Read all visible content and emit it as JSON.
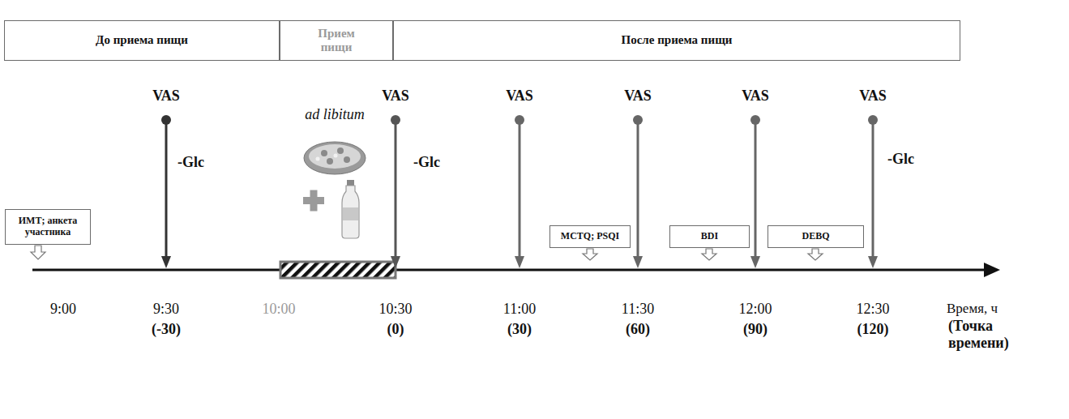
{
  "diagram": {
    "nodes": [
      {
        "text": [
          "До приема пищи"
        ]
      },
      {
        "text": [
          "Прием пищи"
        ]
      },
      {
        "text": [
          "После приема пищи"
        ]
      },
      {
        "text": [
          "ИМТ; анкета участника"
        ]
      },
      {
        "text": [
          "MCTQ; PSQI"
        ]
      },
      {
        "text": [
          "BDI"
        ]
      },
      {
        "text": [
          "DEBQ"
        ]
      }
    ],
    "labels": [
      "VAS",
      "VAS",
      "VAS",
      "VAS",
      "VAS",
      "VAS",
      "-Glc",
      "-Glc",
      "-Glc",
      "ad libitum",
      "9:00",
      "9:30",
      "10:00",
      "10:30",
      "11:00",
      "11:30",
      "12:00",
      "12:30",
      "Время, ч",
      "(-30)",
      "(0)",
      "(30)",
      "(60)",
      "(90)",
      "(120)",
      "(Точка времени)"
    ]
  }
}
